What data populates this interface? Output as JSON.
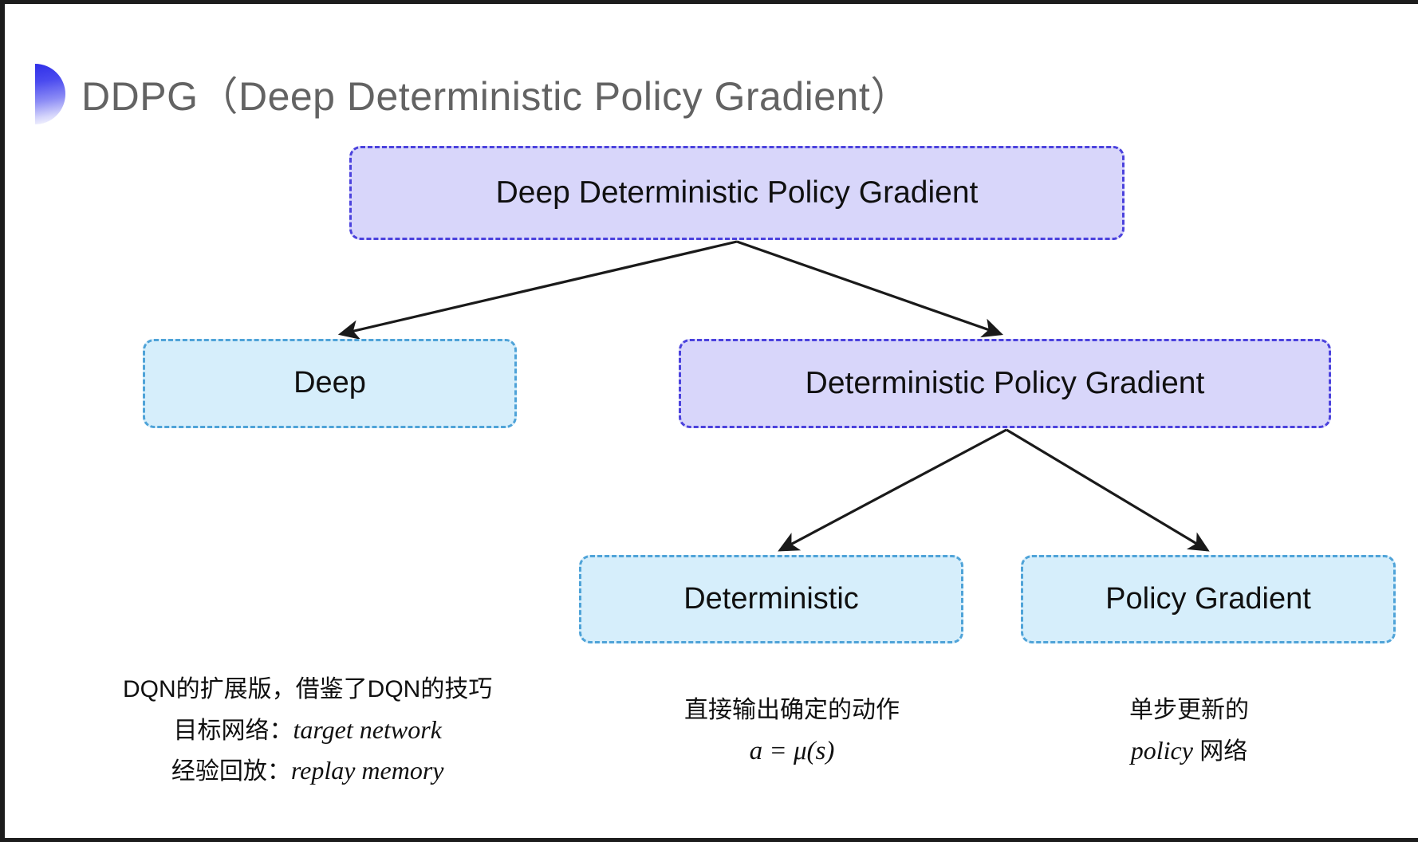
{
  "slide": {
    "title": "DDPG（Deep Deterministic Policy Gradient）",
    "background_color": "#ffffff",
    "accent_color": "#3b3bed"
  },
  "decoration": {
    "shape": "semicircle",
    "gradient_from": "#2f2fe8",
    "gradient_to": "#ffffff"
  },
  "diagram": {
    "type": "tree",
    "colors": {
      "purple_fill": "#d8d6fa",
      "purple_border": "#4b42dd",
      "blue_fill": "#d6eefb",
      "blue_border": "#4fa3d8",
      "arrow": "#1a1a1a"
    },
    "nodes": [
      {
        "id": "root",
        "label": "Deep Deterministic Policy Gradient",
        "style": "purple"
      },
      {
        "id": "deep",
        "label": "Deep",
        "style": "blue"
      },
      {
        "id": "dpg",
        "label": "Deterministic Policy Gradient",
        "style": "purple"
      },
      {
        "id": "deterministic",
        "label": "Deterministic",
        "style": "blue"
      },
      {
        "id": "policy_gradient",
        "label": "Policy Gradient",
        "style": "blue"
      }
    ],
    "edges": [
      {
        "from": "root",
        "to": "deep"
      },
      {
        "from": "root",
        "to": "dpg"
      },
      {
        "from": "dpg",
        "to": "deterministic"
      },
      {
        "from": "dpg",
        "to": "policy_gradient"
      }
    ]
  },
  "captions": {
    "deep": {
      "line1": "DQN的扩展版，借鉴了DQN的技巧",
      "line2_label": "目标网络：",
      "line2_term": "target network",
      "line3_label": "经验回放：",
      "line3_term": "replay memory"
    },
    "deterministic": {
      "line1": "直接输出确定的动作",
      "formula": "a = μ(s)"
    },
    "policy_gradient": {
      "line1": "单步更新的",
      "line2_term": "policy",
      "line2_suffix": "网络"
    }
  }
}
